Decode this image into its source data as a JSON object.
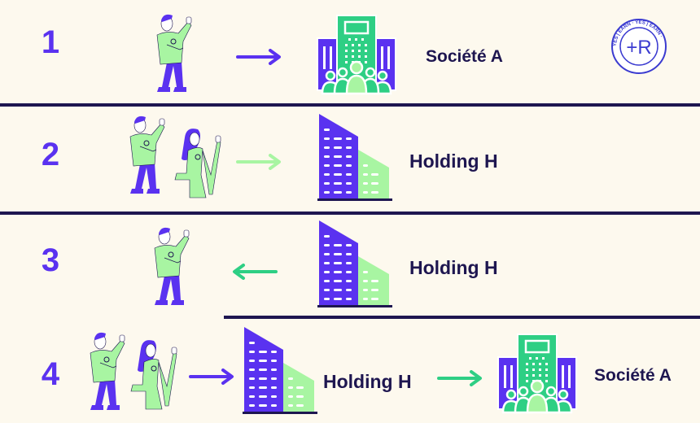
{
  "colors": {
    "background": "#fdf9ee",
    "purple": "#5a32f0",
    "green": "#2ecf84",
    "light_green": "#a8f5a2",
    "navy": "#1e1650"
  },
  "logo": {
    "text": "YES | EARN · YES | EARN ·",
    "mark": "+R"
  },
  "steps": [
    {
      "number": "1",
      "entity": "Société A",
      "arrow": "right",
      "arrow_color": "purple"
    },
    {
      "number": "2",
      "entity": "Holding H",
      "arrow": "right",
      "arrow_color": "light-green"
    },
    {
      "number": "3",
      "entity": "Holding H",
      "arrow": "left",
      "arrow_color": "green"
    },
    {
      "number": "4",
      "entity": "Holding H",
      "entity2": "Société A",
      "arrow": "right",
      "arrow_color": "purple",
      "arrow2_color": "green"
    }
  ]
}
